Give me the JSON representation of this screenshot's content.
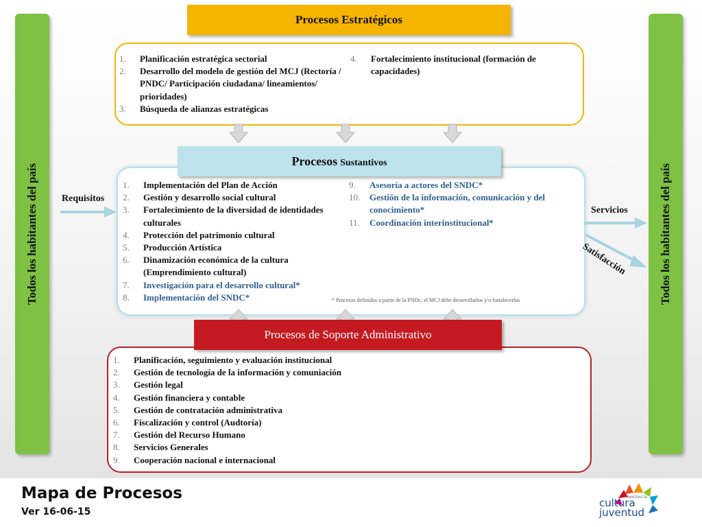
{
  "side_labels": {
    "left": "Todos los habitantes del país",
    "right": "Todos los habitantes del país"
  },
  "strategic": {
    "title": "Procesos Estratégicos",
    "col1": [
      {
        "n": "1.",
        "text": "Planificación estratégica sectorial"
      },
      {
        "n": "2.",
        "text": "Desarrollo del modelo de gestión del MCJ (Rectoría / PNDC/ Participación ciudadana/ lineamientos/ prioridades)"
      },
      {
        "n": "3.",
        "text": "Búsqueda de alianzas estratégicas"
      }
    ],
    "col2": [
      {
        "n": "4.",
        "text": "Fortalecimiento institucional (formación de capacidades)"
      }
    ]
  },
  "substantive": {
    "title_big": "Procesos",
    "title_small": "Sustantivos",
    "col1": [
      {
        "n": "1.",
        "text": "Implementación del Plan de Acción",
        "highlight": false
      },
      {
        "n": "2.",
        "text": "Gestión y desarrollo social cultural",
        "highlight": false
      },
      {
        "n": "3.",
        "text": "Fortalecimiento de la diversidad de identidades culturales",
        "highlight": false
      },
      {
        "n": "4.",
        "text": "Protección del patrimonio cultural",
        "highlight": false
      },
      {
        "n": "5.",
        "text": "Producción Artística",
        "highlight": false
      },
      {
        "n": "6.",
        "text": "Dinamización económica de la cultura (Emprendimiento cultural)",
        "highlight": false
      },
      {
        "n": "7.",
        "text": "Investigación para el desarrollo cultural*",
        "highlight": true
      },
      {
        "n": "8.",
        "text": "Implementación del SNDC*",
        "highlight": true
      }
    ],
    "col2": [
      {
        "n": "9.",
        "text": "Asesoría a actores del SNDC*",
        "highlight": true
      },
      {
        "n": "10.",
        "text": "Gestión de la información, comunicación y del conocimiento*",
        "highlight": true
      },
      {
        "n": "11.",
        "text": "Coordinación interinstitucional*",
        "highlight": true
      }
    ],
    "note": "* Procesos definidos a partir de la PNDc; el MCJ debe desarrollarlos y/o fortalecerlos"
  },
  "support": {
    "title": "Procesos  de Soporte Administrativo",
    "items": [
      {
        "n": "1.",
        "text": "Planificación, seguimiento y evaluación institucional"
      },
      {
        "n": "2.",
        "text": "Gestión de tecnología de la información y comuniación"
      },
      {
        "n": "3.",
        "text": "Gestión legal"
      },
      {
        "n": "4.",
        "text": "Gestión financiera y contable"
      },
      {
        "n": "5.",
        "text": "Gestión de contratación administrativa"
      },
      {
        "n": "6.",
        "text": "Fiscalización y control (Audtoría)"
      },
      {
        "n": "7.",
        "text": "Gestión del Recurso Humano"
      },
      {
        "n": "8.",
        "text": "Servicios Generales"
      },
      {
        "n": "9.",
        "text": "Cooperación nacional e internacional"
      }
    ]
  },
  "flows": {
    "input": "Requisitos",
    "output1": "Servicios",
    "output2": "Satisfacción"
  },
  "footer": {
    "title": "Mapa de Procesos",
    "version": "Ver 16-06-15"
  },
  "logo": {
    "small": "MINISTERIO DE",
    "line1": "cultura",
    "line2": "juventud"
  },
  "colors": {
    "side_green": "#7ec143",
    "strategic_orange": "#f5b400",
    "substantive_blue": "#bce3ec",
    "support_red": "#c51a21",
    "highlight_text": "#2f5f8e"
  }
}
